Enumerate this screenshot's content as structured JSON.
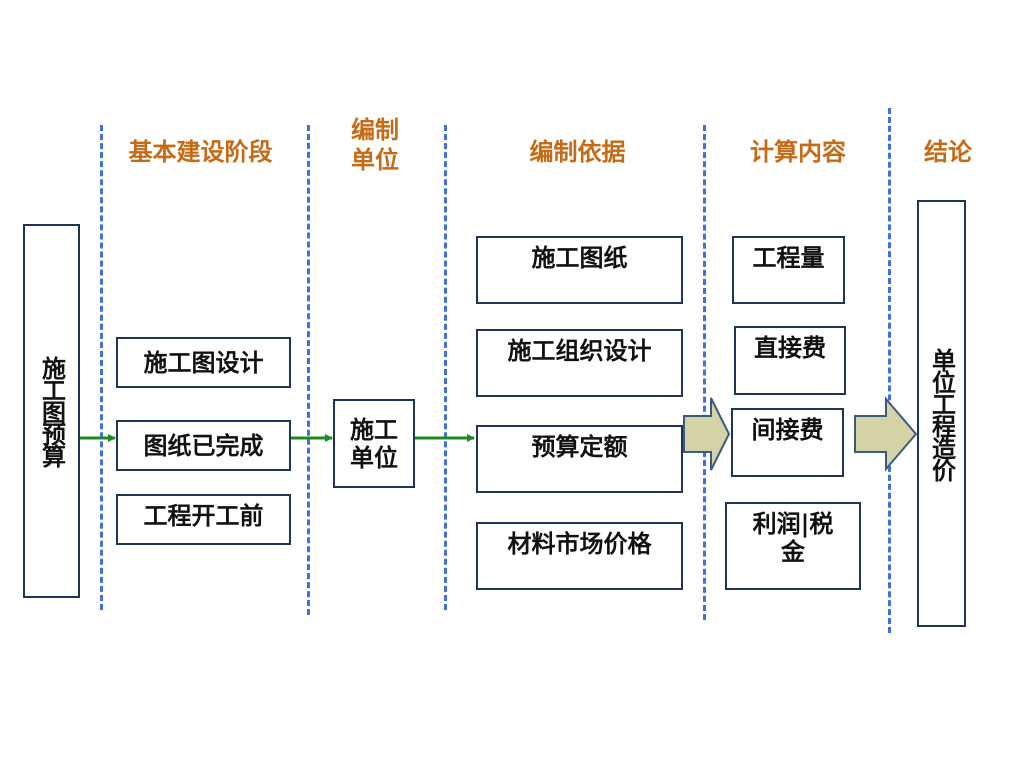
{
  "headers": {
    "stage": "基本建设阶段",
    "unit": "编制\n单位",
    "basis": "编制依据",
    "content": "计算内容",
    "conclusion": "结论"
  },
  "left_box": "施工图预算",
  "stage_items": [
    "施工图设计",
    "图纸已完成",
    "工程开工前"
  ],
  "unit_box": "施工\n单位",
  "basis_items": [
    "施工图纸",
    "施工组织设计",
    "预算定额",
    "材料市场价格"
  ],
  "content_items": [
    "工程量",
    "直接费",
    "间接费",
    "利润|税\n金"
  ],
  "conclusion_box": "单位工程造价",
  "colors": {
    "header": "#c56a15",
    "divider": "#3f6fe0",
    "box_border": "#1c3557",
    "green_arrow": "#1d8a1d",
    "block_arrow": "#d3d3a6"
  }
}
